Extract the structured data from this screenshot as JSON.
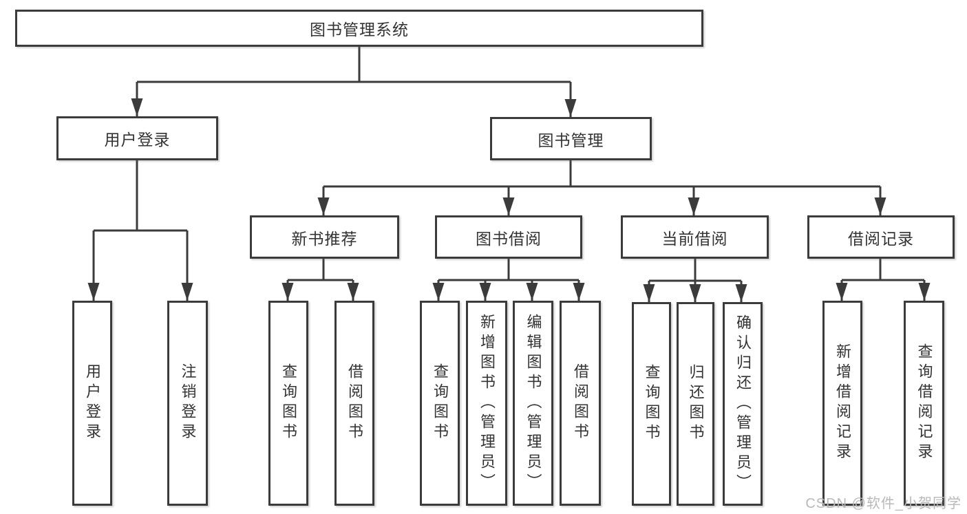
{
  "canvas": {
    "background": "#ffffff",
    "line_color": "#3b3b3b",
    "text_color": "#333333"
  },
  "watermark": {
    "text": "CSDN @软件_小贺同学",
    "color": "#b9b9b9"
  },
  "diagram": {
    "type": "hierarchy-tree",
    "root": {
      "label": "图书管理系统",
      "children": [
        {
          "label": "用户登录",
          "children": [
            {
              "label": "用户登录"
            },
            {
              "label": "注销登录"
            }
          ]
        },
        {
          "label": "图书管理",
          "children": [
            {
              "label": "新书推荐",
              "children": [
                {
                  "label": "查询图书"
                },
                {
                  "label": "借阅图书"
                }
              ]
            },
            {
              "label": "图书借阅",
              "children": [
                {
                  "label": "查询图书"
                },
                {
                  "label": "新增图书（管理员）"
                },
                {
                  "label": "编辑图书（管理员）"
                },
                {
                  "label": "借阅图书"
                }
              ]
            },
            {
              "label": "当前借阅",
              "children": [
                {
                  "label": "查询图书"
                },
                {
                  "label": "归还图书"
                },
                {
                  "label": "确认归还（管理员）"
                }
              ]
            },
            {
              "label": "借阅记录",
              "children": [
                {
                  "label": "新增借阅记录"
                },
                {
                  "label": "查询借阅记录"
                }
              ]
            }
          ]
        }
      ]
    }
  }
}
